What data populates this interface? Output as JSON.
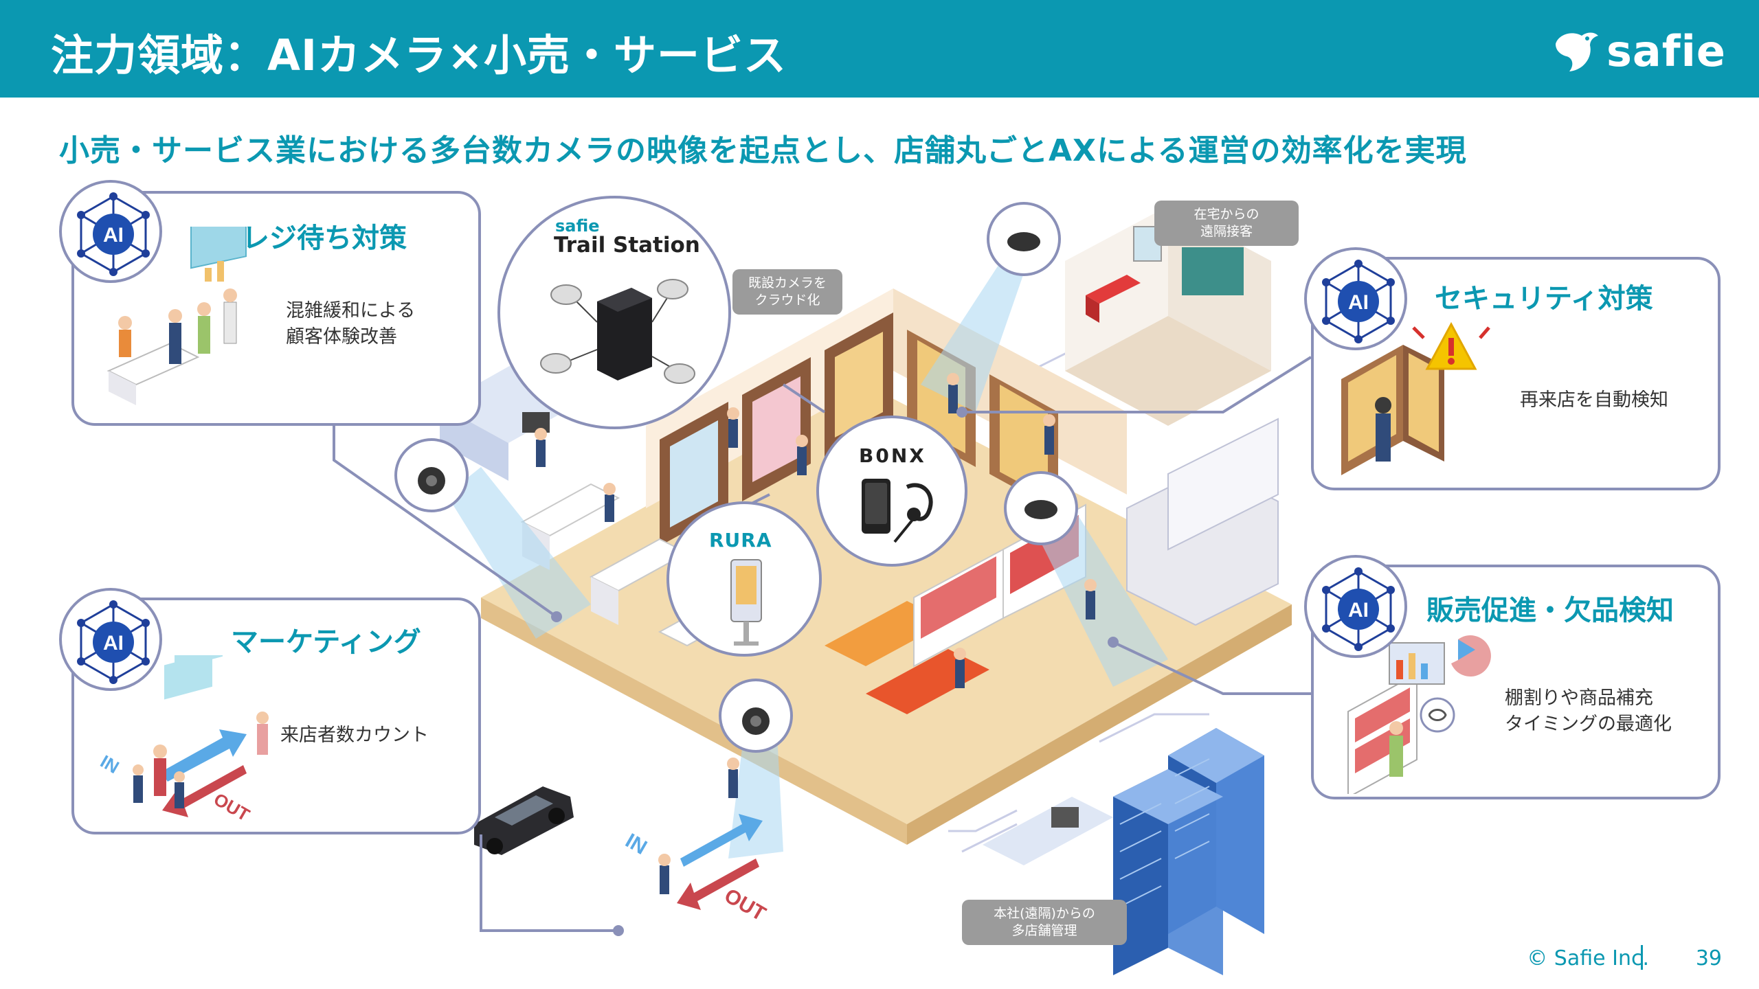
{
  "header": {
    "title": "注力領域：AIカメラ×小売・サービス",
    "logo_text": "safie"
  },
  "subtitle": "小売・サービス業における多台数カメラの映像を起点とし、店舗丸ごとAXによる運営の効率化を実現",
  "panels": {
    "register": {
      "badge": "AI",
      "title": "レジ待ち対策",
      "desc": "混雑緩和による\n顧客体験改善"
    },
    "marketing": {
      "badge": "AI",
      "title": "マーケティング",
      "desc": "来店者数カウント",
      "in_label": "IN",
      "out_label": "OUT"
    },
    "security": {
      "badge": "AI",
      "title": "セキュリティ対策",
      "desc": "再来店を自動検知"
    },
    "sales": {
      "badge": "AI",
      "title": "販売促進・欠品検知",
      "desc": "棚割りや商品補充\nタイミングの最適化"
    }
  },
  "products": {
    "trail_station_brand": "safie",
    "trail_station_name": "Trail Station",
    "bonx": "B0NX",
    "rura": "RURA"
  },
  "labels": {
    "cloud": "既設カメラを\nクラウド化",
    "remote_service": "在宅からの\n遠隔接客",
    "multi_store": "本社(遠隔)からの\n多店舗管理",
    "street_in": "IN",
    "street_out": "OUT"
  },
  "footer": {
    "copyright": "© Safie Inc.",
    "page": "39"
  },
  "colors": {
    "brand": "#0b98b1",
    "panel_border": "#8a90b8",
    "label_gray": "#9b9b9b",
    "floor": "#f3dcb0"
  }
}
